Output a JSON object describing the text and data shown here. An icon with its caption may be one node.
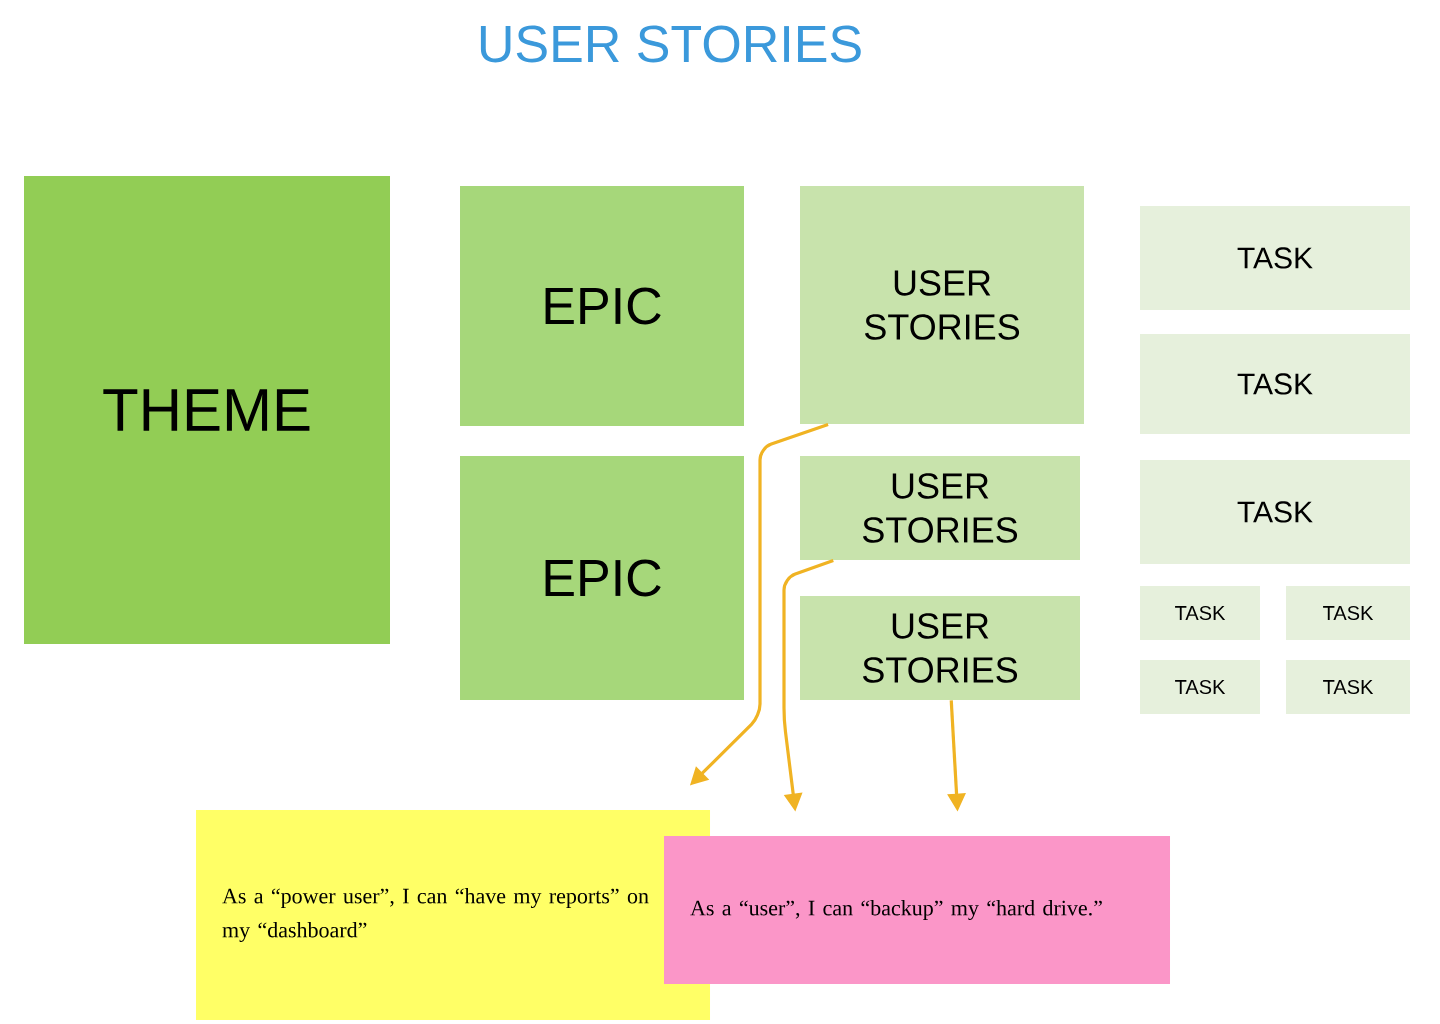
{
  "diagram": {
    "title": "USER STORIES",
    "nodes": [
      {
        "text": [
          "THEME"
        ]
      },
      {
        "text": [
          "EPIC"
        ]
      },
      {
        "text": [
          "EPIC"
        ]
      },
      {
        "text": [
          "USER STORIES"
        ]
      },
      {
        "text": [
          "USER STORIES"
        ]
      },
      {
        "text": [
          "USER STORIES"
        ]
      },
      {
        "text": [
          "TASK"
        ]
      },
      {
        "text": [
          "TASK"
        ]
      },
      {
        "text": [
          "TASK"
        ]
      },
      {
        "text": [
          "TASK"
        ]
      },
      {
        "text": [
          "TASK"
        ]
      },
      {
        "text": [
          "TASK"
        ]
      },
      {
        "text": [
          "TASK"
        ]
      },
      {
        "text": [
          "As a “power user”, I can “have my reports” on my “dashboard”"
        ]
      },
      {
        "text": [
          "As a “user”, I can “backup” my “hard drive.”"
        ]
      }
    ],
    "edges": [
      {
        "from": 3,
        "to": 13,
        "arrow": "to",
        "color": "#f0b323"
      },
      {
        "from": 4,
        "to": 14,
        "arrow": "to",
        "color": "#f0b323"
      },
      {
        "from": 5,
        "to": 14,
        "arrow": "to",
        "color": "#f0b323"
      }
    ]
  }
}
